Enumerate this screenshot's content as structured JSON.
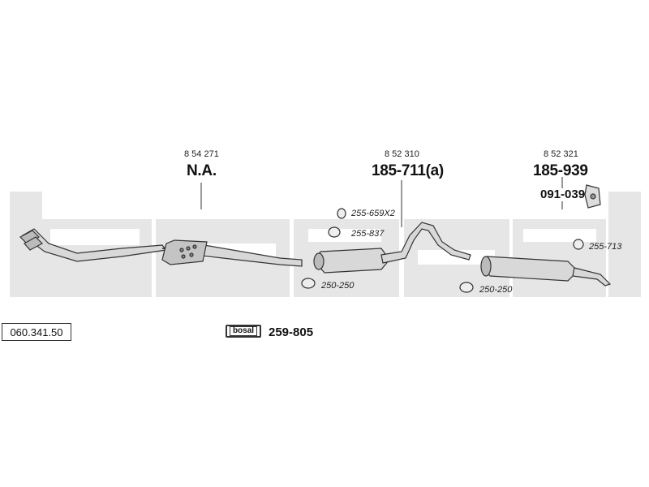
{
  "diagram": {
    "catalog_number": "060.341.50",
    "brand_badge": "bosal",
    "mounting_kit": "259-805",
    "sections": [
      {
        "oem": "8 54 271",
        "part": "N.A."
      },
      {
        "oem": "8 52 310",
        "part": "185-711(a)"
      },
      {
        "oem": "8 52 321",
        "part": "185-939"
      }
    ],
    "hanger_part": "091-039",
    "accessories": [
      "255-659X2",
      "255-837",
      "250-250",
      "250-250",
      "255-713"
    ],
    "colors": {
      "watermark": "#e6e6e6",
      "line": "#333333",
      "part": "#d8d8d8"
    }
  }
}
